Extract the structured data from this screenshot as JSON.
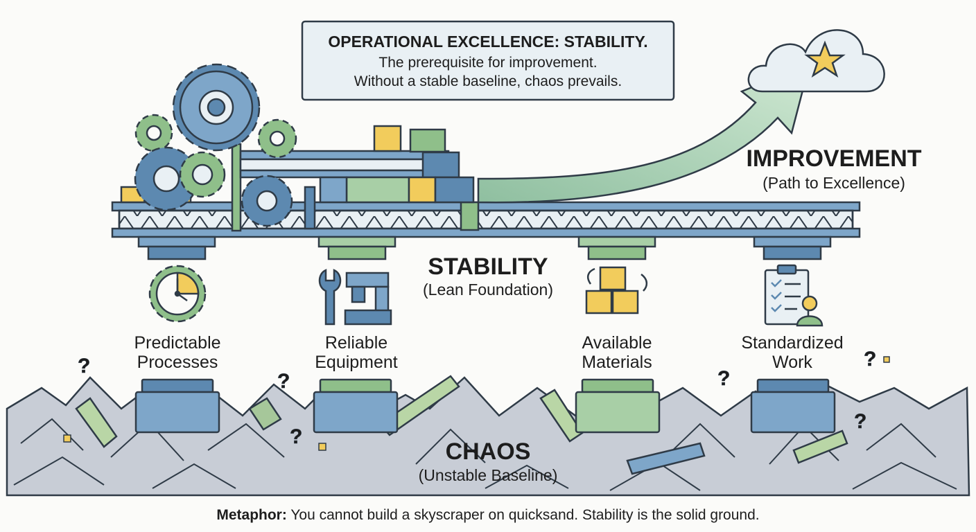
{
  "header": {
    "title": "OPERATIONAL EXCELLENCE: STABILITY.",
    "line1": "The prerequisite for improvement.",
    "line2": "Without a stable baseline, chaos prevails."
  },
  "improvement": {
    "title": "IMPROVEMENT",
    "subtitle": "(Path to Excellence)"
  },
  "stability": {
    "title": "STABILITY",
    "subtitle": "(Lean Foundation)"
  },
  "chaos": {
    "title": "CHAOS",
    "subtitle": "(Unstable Baseline)"
  },
  "pillars": [
    {
      "line1": "Predictable",
      "line2": "Processes",
      "icon": "gear-clock-icon"
    },
    {
      "line1": "Reliable",
      "line2": "Equipment",
      "icon": "wrench-machine-icon"
    },
    {
      "line1": "Available",
      "line2": "Materials",
      "icon": "boxes-icon"
    },
    {
      "line1": "Standardized",
      "line2": "Work",
      "icon": "checklist-worker-icon"
    }
  ],
  "footer": {
    "label": "Metaphor:",
    "text": " You cannot build a skyscraper on quicksand. Stability is the solid ground."
  },
  "colors": {
    "steel_blue": "#5d89b0",
    "green": "#8fbf8a",
    "yellow": "#f2cc5c",
    "outline": "#2f3b47",
    "rubble": "#c5cad4",
    "callout_fill": "#e9f0f4"
  }
}
